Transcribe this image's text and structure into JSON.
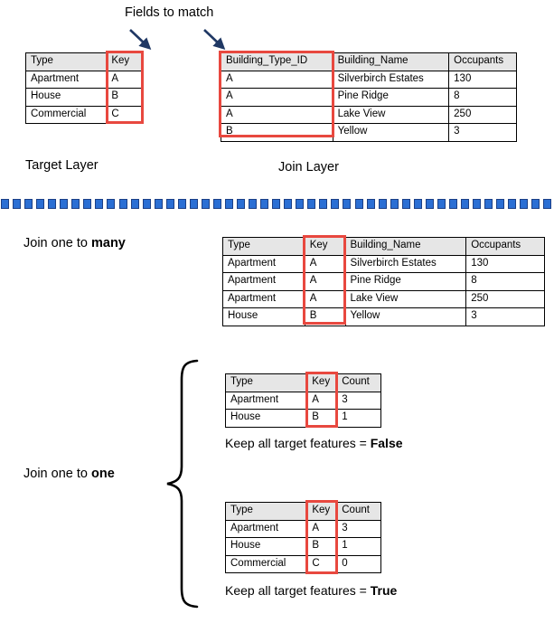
{
  "annotations": {
    "fields_to_match": "Fields to match",
    "target_layer": "Target Layer",
    "join_layer": "Join Layer",
    "join_one_to_many_prefix": "Join one to ",
    "join_one_to_many_emphasis": "many",
    "join_one_to_one_prefix": "Join one to ",
    "join_one_to_one_emphasis": "one",
    "keep_all_prefix": "Keep all target features = ",
    "keep_all_false": "False",
    "keep_all_true": "True"
  },
  "colors": {
    "highlight": "#e8483f",
    "header_fill": "#e6e6e6",
    "divider_fill": "#2b6fd4",
    "divider_stroke": "#1b3f86",
    "text": "#000000",
    "arrow": "#1f3864"
  },
  "target_table": {
    "columns": [
      "Type",
      "Key"
    ],
    "rows": [
      [
        "Apartment",
        "A"
      ],
      [
        "House",
        "B"
      ],
      [
        "Commercial",
        "C"
      ]
    ]
  },
  "join_table": {
    "columns": [
      "Building_Type_ID",
      "Building_Name",
      "Occupants"
    ],
    "rows": [
      [
        "A",
        "Silverbirch Estates",
        "130"
      ],
      [
        "A",
        "Pine Ridge",
        "8"
      ],
      [
        "A",
        "Lake View",
        "250"
      ],
      [
        "B",
        "Yellow",
        "3"
      ]
    ]
  },
  "one_to_many_table": {
    "columns": [
      "Type",
      "Key",
      "Building_Name",
      "Occupants"
    ],
    "rows": [
      [
        "Apartment",
        "A",
        "Silverbirch Estates",
        "130"
      ],
      [
        "Apartment",
        "A",
        "Pine Ridge",
        "8"
      ],
      [
        "Apartment",
        "A",
        "Lake View",
        "250"
      ],
      [
        "House",
        "B",
        "Yellow",
        "3"
      ]
    ]
  },
  "one_to_one_false_table": {
    "columns": [
      "Type",
      "Key",
      "Count"
    ],
    "rows": [
      [
        "Apartment",
        "A",
        "3"
      ],
      [
        "House",
        "B",
        "1"
      ]
    ]
  },
  "one_to_one_true_table": {
    "columns": [
      "Type",
      "Key",
      "Count"
    ],
    "rows": [
      [
        "Apartment",
        "A",
        "3"
      ],
      [
        "House",
        "B",
        "1"
      ],
      [
        "Commercial",
        "C",
        "0"
      ]
    ]
  }
}
